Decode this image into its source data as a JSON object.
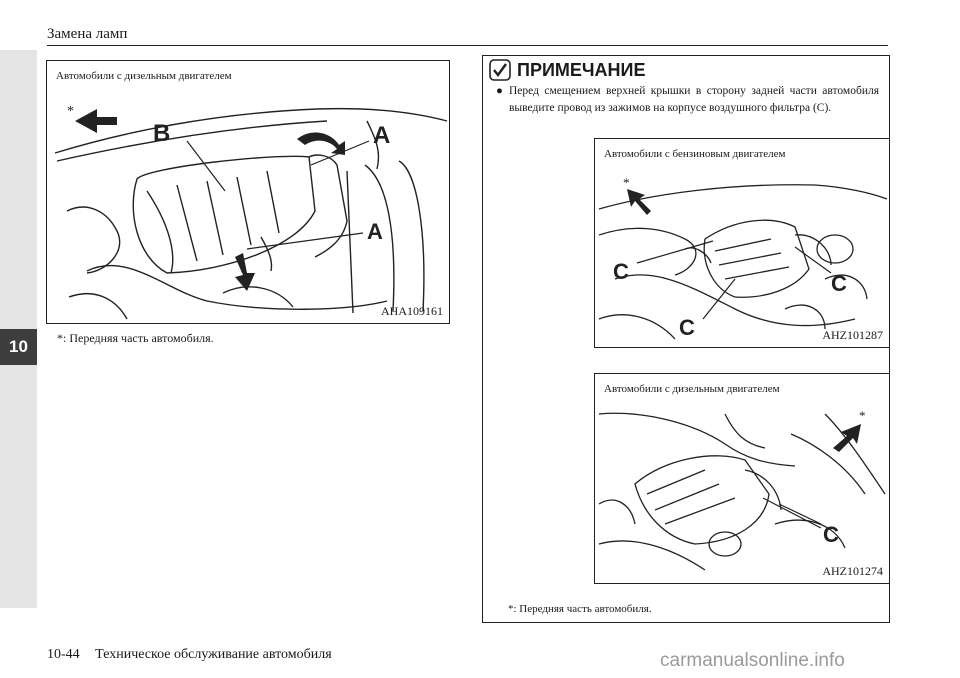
{
  "header": {
    "title": "Замена ламп"
  },
  "chapter_tab": "10",
  "footer": {
    "page_number": "10-44",
    "section_title": "Техническое обслуживание автомобиля"
  },
  "figure_main": {
    "caption": "Автомобили с дизельным двигателем",
    "code": "AHA109161",
    "labels": {
      "a1": "A",
      "a2": "A",
      "b": "B",
      "star": "*"
    }
  },
  "footnote_main": "*:  Передняя часть автомобиля.",
  "note": {
    "title": "ПРИМЕЧАНИЕ",
    "text": "Перед смещением верхней крышки в сторону задней части автомобиля выведите провод из зажимов на корпусе воздушного фильтра (C).",
    "figure_petrol": {
      "caption": "Автомобили с бензиновым двигателем",
      "code": "AHZ101287",
      "labels": {
        "c1": "C",
        "c2": "C",
        "c3": "C",
        "star": "*"
      }
    },
    "figure_diesel": {
      "caption": "Автомобили с дизельным двигателем",
      "code": "AHZ101274",
      "labels": {
        "c": "C",
        "star": "*"
      }
    },
    "footnote": "*: Передняя часть автомобиля."
  },
  "watermark": "carmanualsonline.info"
}
